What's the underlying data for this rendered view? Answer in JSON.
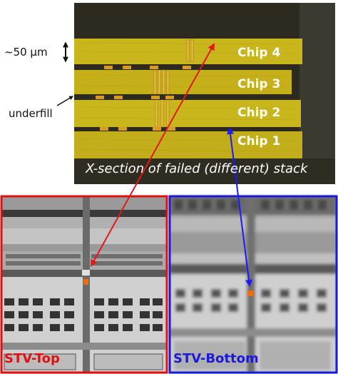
{
  "cross_section": {
    "scale_label": "~50 µm",
    "underfill_label": "underfill",
    "chips": [
      "Chip 4",
      "Chip 3",
      "Chip 2",
      "Chip 1"
    ],
    "caption": "X-section of failed (different) stack",
    "die_color": "#c9b51c",
    "gap_color": "#2a2a1a"
  },
  "panels": {
    "top": {
      "label": "STV-Top",
      "border_color": "#e01010",
      "label_color": "#e01010"
    },
    "bottom": {
      "label": "STV-Bottom",
      "border_color": "#1a1ad8",
      "label_color": "#1a1ad8"
    }
  },
  "marker_color": "#ff6a00",
  "arrows": {
    "top_color": "#e01a1a",
    "bottom_color": "#1a1aff"
  }
}
